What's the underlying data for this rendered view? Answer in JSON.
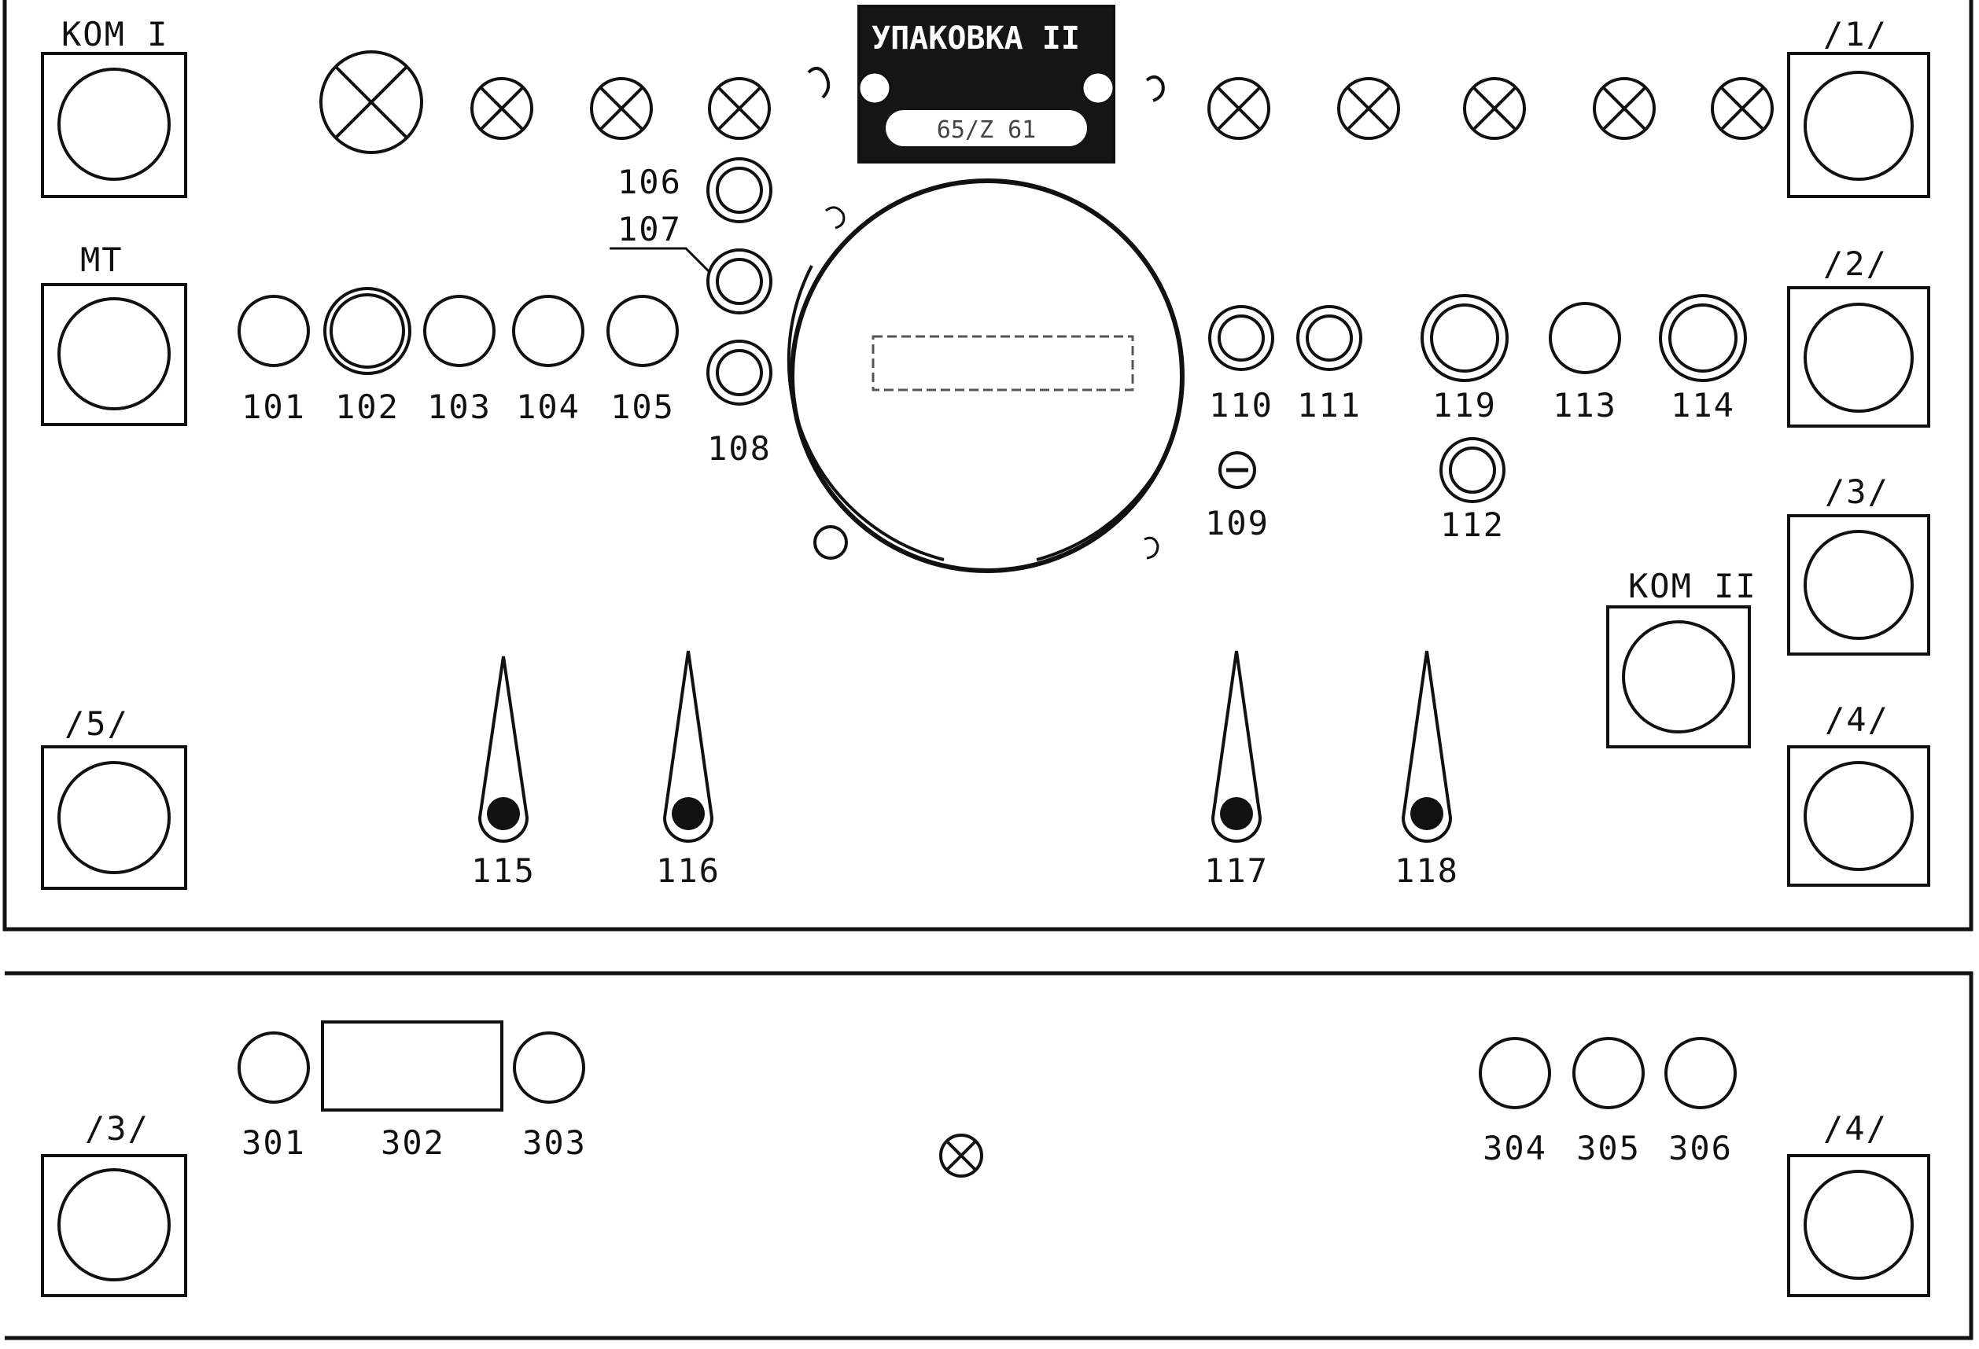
{
  "palette": {
    "ink": "#111111",
    "paper": "#ffffff",
    "plate": "#151515"
  },
  "panel_top": {
    "corner_blocks": {
      "kom_1": "КОМ I",
      "mt": "МТ",
      "b5": "/5/",
      "b1": "/1/",
      "b2": "/2/",
      "b3": "/3/",
      "b4": "/4/",
      "kom_2": "КОМ II"
    },
    "nameplate": {
      "title": "УПАКОВКА II",
      "code": "65/Z 61"
    },
    "lamp_icon": "cross-circle-lamp-icon",
    "controls": {
      "c101": "101",
      "c102": "102",
      "c103": "103",
      "c104": "104",
      "c105": "105",
      "c106": "106",
      "c107": "107",
      "c108": "108",
      "c109": "109",
      "c110": "110",
      "c111": "111",
      "c112": "112",
      "c113": "113",
      "c114": "114",
      "c119": "119"
    },
    "levers": {
      "l115": "115",
      "l116": "116",
      "l117": "117",
      "l118": "118"
    }
  },
  "panel_bottom": {
    "corner_blocks": {
      "b3": "/3/",
      "b4": "/4/"
    },
    "controls": {
      "c301": "301",
      "c302": "302",
      "c303": "303",
      "c304": "304",
      "c305": "305",
      "c306": "306"
    }
  }
}
